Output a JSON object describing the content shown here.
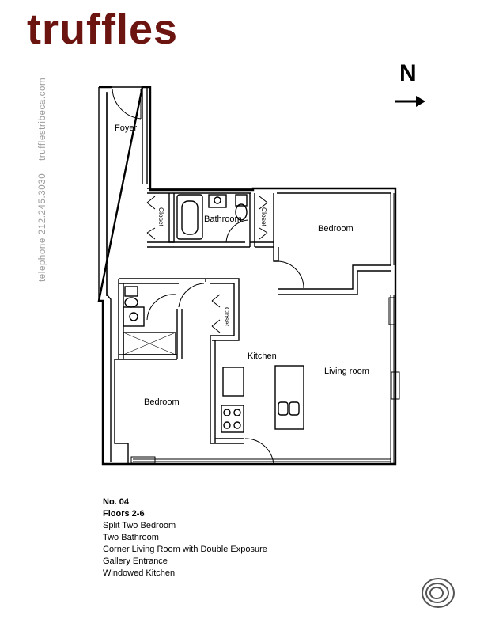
{
  "brand": {
    "name": "truffles",
    "color": "#6b1410"
  },
  "sidebar": {
    "telephone": "telephone 212.245.3030",
    "website": "trufflestribeca.com",
    "color": "#9a9a9a"
  },
  "compass": {
    "letter": "N"
  },
  "rooms": {
    "foyer": "Foyer",
    "closet_1": "Closet",
    "bathroom": "Bathroom",
    "closet_2": "Closet",
    "bedroom_1": "Bedroom",
    "closet_3": "Closet",
    "kitchen": "Kitchen",
    "living_room": "Living room",
    "bedroom_2": "Bedroom"
  },
  "unit": {
    "number": "No. 04",
    "floors": "Floors 2-6",
    "features": [
      "Split Two Bedroom",
      "Two Bathroom",
      "Corner Living Room with Double Exposure",
      "Gallery Entrance",
      "Windowed Kitchen"
    ]
  }
}
